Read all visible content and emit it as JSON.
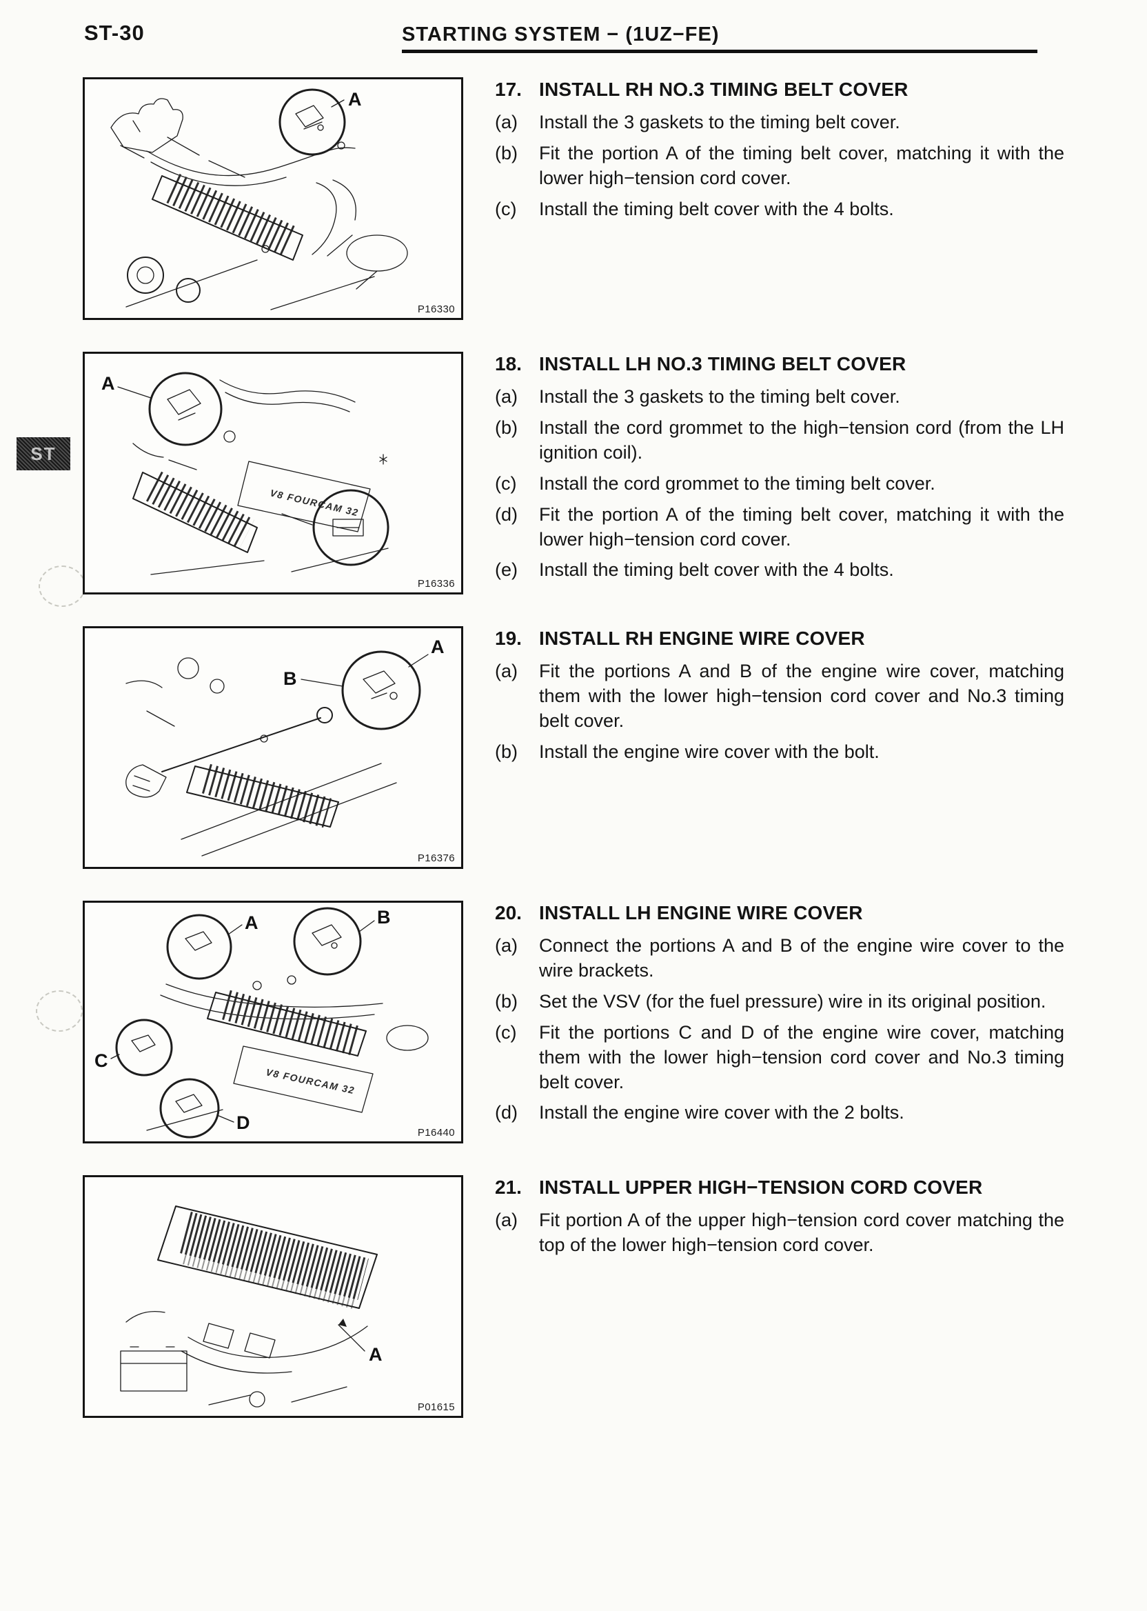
{
  "page": {
    "number": "ST-30",
    "header_title": "STARTING SYSTEM  −  (1UZ−FE)",
    "side_tab": "ST"
  },
  "steps": [
    {
      "number": "17.",
      "title": "INSTALL RH NO.3 TIMING BELT COVER",
      "substeps": [
        {
          "label": "(a)",
          "text": "Install the 3 gaskets to the timing belt cover."
        },
        {
          "label": "(b)",
          "text": "Fit the portion A of the timing belt cover, matching it with the lower high−tension cord cover."
        },
        {
          "label": "(c)",
          "text": "Install the timing belt cover with the 4 bolts."
        }
      ],
      "figure": {
        "code": "P16330",
        "callouts": [
          "A"
        ]
      }
    },
    {
      "number": "18.",
      "title": "INSTALL LH NO.3 TIMING BELT COVER",
      "substeps": [
        {
          "label": "(a)",
          "text": "Install the 3 gaskets to the timing belt cover."
        },
        {
          "label": "(b)",
          "text": "Install the cord grommet to the high−tension cord (from the LH ignition coil)."
        },
        {
          "label": "(c)",
          "text": "Install the cord grommet to the timing belt cover."
        },
        {
          "label": "(d)",
          "text": "Fit the portion A of the timing belt cover, matching it with the lower high−tension cord cover."
        },
        {
          "label": "(e)",
          "text": "Install the timing belt cover with the 4 bolts."
        }
      ],
      "figure": {
        "code": "P16336",
        "callouts": [
          "A"
        ],
        "engine_label": "V8 FOURCAM 32"
      }
    },
    {
      "number": "19.",
      "title": "INSTALL RH ENGINE WIRE COVER",
      "substeps": [
        {
          "label": "(a)",
          "text": "Fit the portions A and B of the engine wire cover, matching them with the lower high−tension cord cover and No.3 timing belt cover."
        },
        {
          "label": "(b)",
          "text": "Install the engine wire cover with the bolt."
        }
      ],
      "figure": {
        "code": "P16376",
        "callouts": [
          "A",
          "B"
        ]
      }
    },
    {
      "number": "20.",
      "title": "INSTALL LH ENGINE WIRE COVER",
      "substeps": [
        {
          "label": "(a)",
          "text": "Connect the portions A and B of the engine wire cover to the wire brackets."
        },
        {
          "label": "(b)",
          "text": "Set the VSV (for the fuel pressure) wire in its original position."
        },
        {
          "label": "(c)",
          "text": "Fit the portions C and D of the engine wire cover, matching them with the lower high−tension cord cover and No.3 timing belt cover."
        },
        {
          "label": "(d)",
          "text": "Install the engine wire cover with the 2 bolts."
        }
      ],
      "figure": {
        "code": "P16440",
        "callouts": [
          "A",
          "B",
          "C",
          "D"
        ],
        "engine_label": "V8 FOURCAM 32"
      }
    },
    {
      "number": "21.",
      "title": "INSTALL UPPER HIGH−TENSION CORD COVER",
      "substeps": [
        {
          "label": "(a)",
          "text": "Fit portion A of the upper high−tension cord cover matching the top of the lower high−tension cord cover."
        }
      ],
      "figure": {
        "code": "P01615",
        "callouts": [
          "A"
        ]
      }
    }
  ]
}
